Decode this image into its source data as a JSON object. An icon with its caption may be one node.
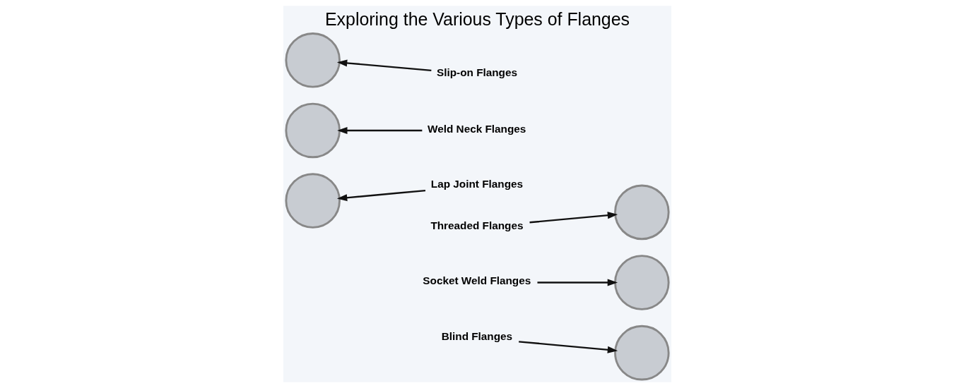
{
  "diagram": {
    "title": "Exploring the Various Types of Flanges",
    "nodes": [
      {
        "text": [
          "Slip-on Flanges"
        ]
      },
      {
        "text": [
          "Weld Neck Flanges"
        ]
      },
      {
        "text": [
          "Lap Joint Flanges"
        ]
      },
      {
        "text": [
          "Threaded Flanges"
        ]
      },
      {
        "text": [
          "Socket Weld Flanges"
        ]
      },
      {
        "text": [
          "Blind Flanges"
        ]
      },
      {
        "text": [],
        "shape": "circle"
      },
      {
        "text": [],
        "shape": "circle"
      },
      {
        "text": [],
        "shape": "circle"
      },
      {
        "text": [],
        "shape": "circle"
      },
      {
        "text": [],
        "shape": "circle"
      },
      {
        "text": [],
        "shape": "circle"
      }
    ],
    "edges": [
      {
        "from": 0,
        "to": 6,
        "arrow": "to"
      },
      {
        "from": 1,
        "to": 7,
        "arrow": "to"
      },
      {
        "from": 2,
        "to": 8,
        "arrow": "to"
      },
      {
        "from": 3,
        "to": 9,
        "arrow": "to"
      },
      {
        "from": 4,
        "to": 10,
        "arrow": "to"
      },
      {
        "from": 5,
        "to": 11,
        "arrow": "to"
      }
    ]
  }
}
